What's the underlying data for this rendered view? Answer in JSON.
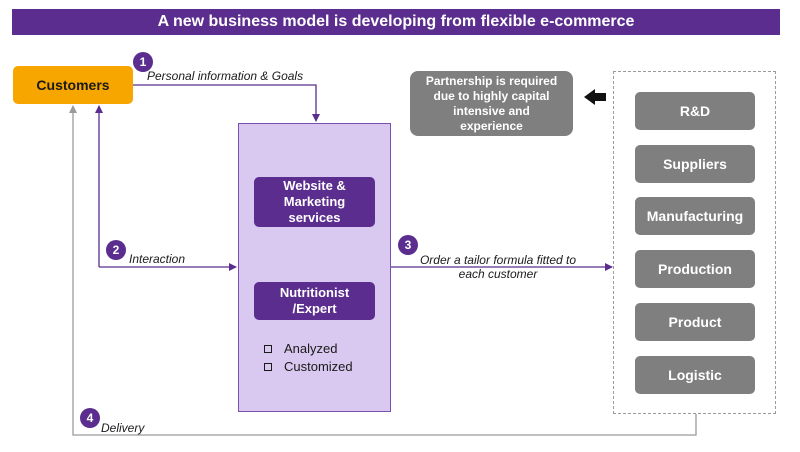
{
  "title": "A new business model is developing from flexible e-commerce",
  "customers": "Customers",
  "center": {
    "website": "Website & Marketing services",
    "nutritionist": "Nutritionist /Expert",
    "checks": [
      "Analyzed",
      "Customized"
    ]
  },
  "partnership": "Partnership is required due to highly capital intensive and experience",
  "supply_chain": [
    "R&D",
    "Suppliers",
    "Manufacturing",
    "Production",
    "Product",
    "Logistic"
  ],
  "steps": [
    {
      "num": "1",
      "label": "Personal information & Goals"
    },
    {
      "num": "2",
      "label": "Interaction"
    },
    {
      "num": "3",
      "label": "Order a tailor formula fitted to each customer"
    },
    {
      "num": "4",
      "label": "Delivery"
    }
  ],
  "colors": {
    "purple": "#5b2d8e",
    "orange": "#f7a600",
    "grey": "#7f7f7f",
    "lavender": "#d9c8ef"
  }
}
